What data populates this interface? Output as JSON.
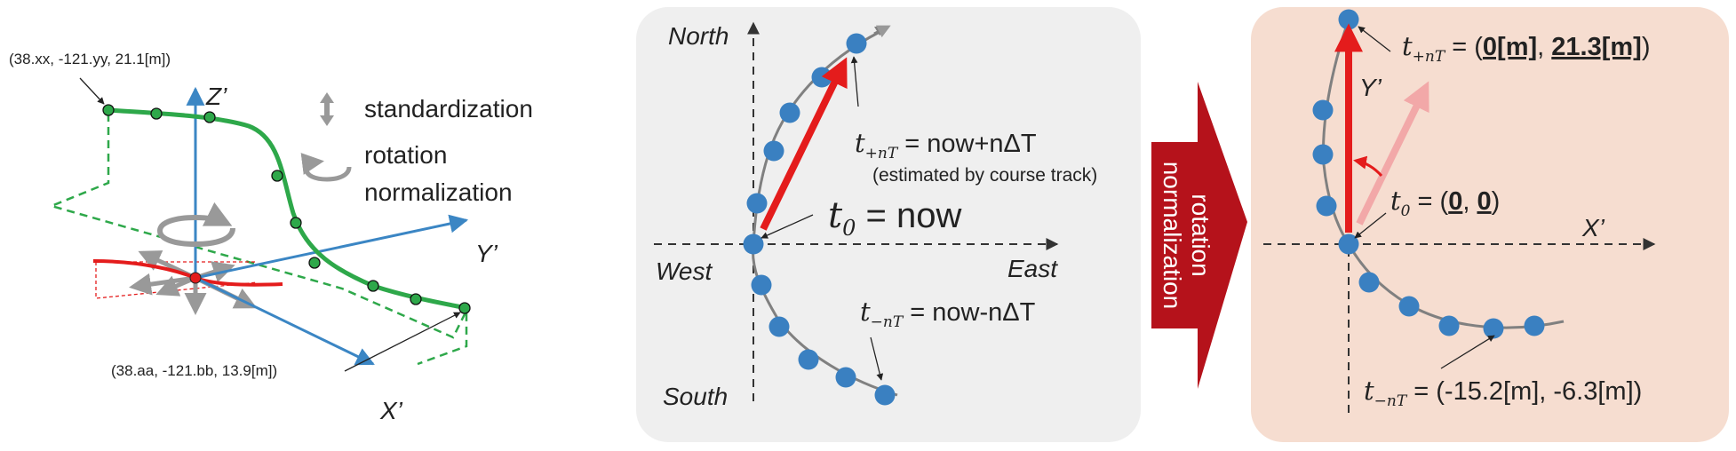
{
  "colors": {
    "path": "#2ea84a",
    "axis": "#3b86c4",
    "red": "#e41c1c",
    "panel_gray": "#efefef",
    "panel_peach": "#f6ddd0",
    "dot": "#3a80c1",
    "dark_red": "#b5121b"
  },
  "left": {
    "start_coord": "(38.xx, -121.yy, 21.1[m])",
    "end_coord": "(38.aa, -121.bb, 13.9[m])",
    "z_axis": "Z’",
    "y_axis": "Y’",
    "x_axis": "X’",
    "legend": {
      "standardization": "standardization",
      "rotation_line1": "rotation",
      "rotation_line2": "normalization",
      "standardization_icon": "vertical-double-arrow-icon",
      "rotation_icon": "rotate-arrow-icon"
    }
  },
  "middle": {
    "north": "North",
    "south": "South",
    "west": "West",
    "east": "East",
    "future_t": "t",
    "future_sub": "+nT",
    "future_eq": " = now+nΔT",
    "future_note": "(estimated by course track)",
    "now_t": "t",
    "now_sub": "0",
    "now_eq": " = now",
    "past_t": "t",
    "past_sub": "−nT",
    "past_eq": " = now-nΔT"
  },
  "transition": {
    "line1": "rotation",
    "line2": "normalization"
  },
  "right": {
    "y_axis": "Y’",
    "x_axis": "X’",
    "future_t": "t",
    "future_sub": "+nT",
    "future_eq_pre": " = (",
    "future_v1": "0[m]",
    "future_sep": ", ",
    "future_v2": "21.3[m]",
    "future_eq_post": ")",
    "now_t": "t",
    "now_sub": "0",
    "now_eq_pre": " = (",
    "now_v1": "0",
    "now_sep": ", ",
    "now_v2": "0",
    "now_eq_post": ")",
    "past_t": "t",
    "past_sub": "−nT",
    "past_eq": " = (-15.2[m], -6.3[m])"
  }
}
